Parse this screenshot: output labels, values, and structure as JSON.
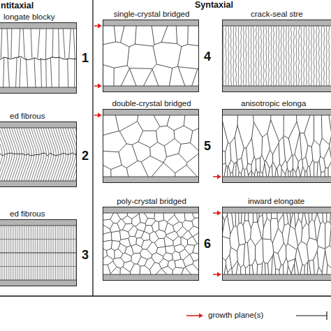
{
  "diagram": {
    "nodes": [
      {
        "text": [
          "longate blocky",
          "1"
        ]
      },
      {
        "text": [
          "ed fibrous",
          "2"
        ]
      },
      {
        "text": [
          "ed fibrous",
          "3"
        ]
      },
      {
        "text": [
          "single-crystal bridged",
          "4"
        ]
      },
      {
        "text": [
          "double-crystal bridged",
          "5"
        ]
      },
      {
        "text": [
          "poly-crystal bridged",
          "6"
        ]
      },
      {
        "text": [
          "crack-seal stre"
        ]
      },
      {
        "text": [
          "anisotropic elonga"
        ]
      },
      {
        "text": [
          "inward elongate"
        ]
      }
    ],
    "labels": [
      "ntitaxial",
      "Syntaxial"
    ],
    "legend": [
      {
        "text": "growth plane(s)"
      }
    ]
  }
}
